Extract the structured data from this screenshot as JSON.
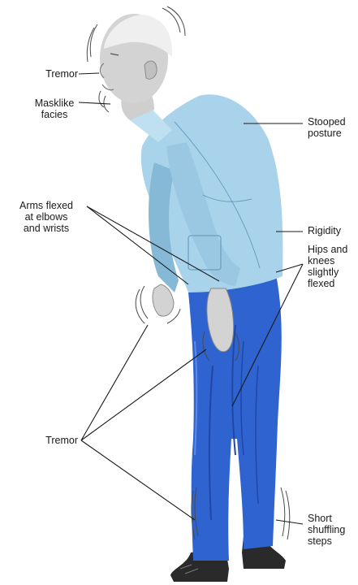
{
  "labels": {
    "tremor_head": "Tremor",
    "masklike": "Masklike\nfacies",
    "stooped": "Stooped\nposture",
    "arms_flexed": "Arms flexed\nat elbows\nand wrists",
    "rigidity": "Rigidity",
    "hips_knees": "Hips and\nknees\nslightly\nflexed",
    "tremor_lower": "Tremor",
    "short_steps": "Short\nshuffling\nsteps"
  },
  "colors": {
    "shirt": "#a9d3ea",
    "shirt_shadow": "#86b9d6",
    "pants": "#2f63cf",
    "pants_shadow": "#1f47a8",
    "skin": "#d3d3d3",
    "skin_shadow": "#a9a9a9",
    "hair": "#efefef",
    "shoe": "#2a2a2a",
    "line": "#1a1a1a"
  }
}
